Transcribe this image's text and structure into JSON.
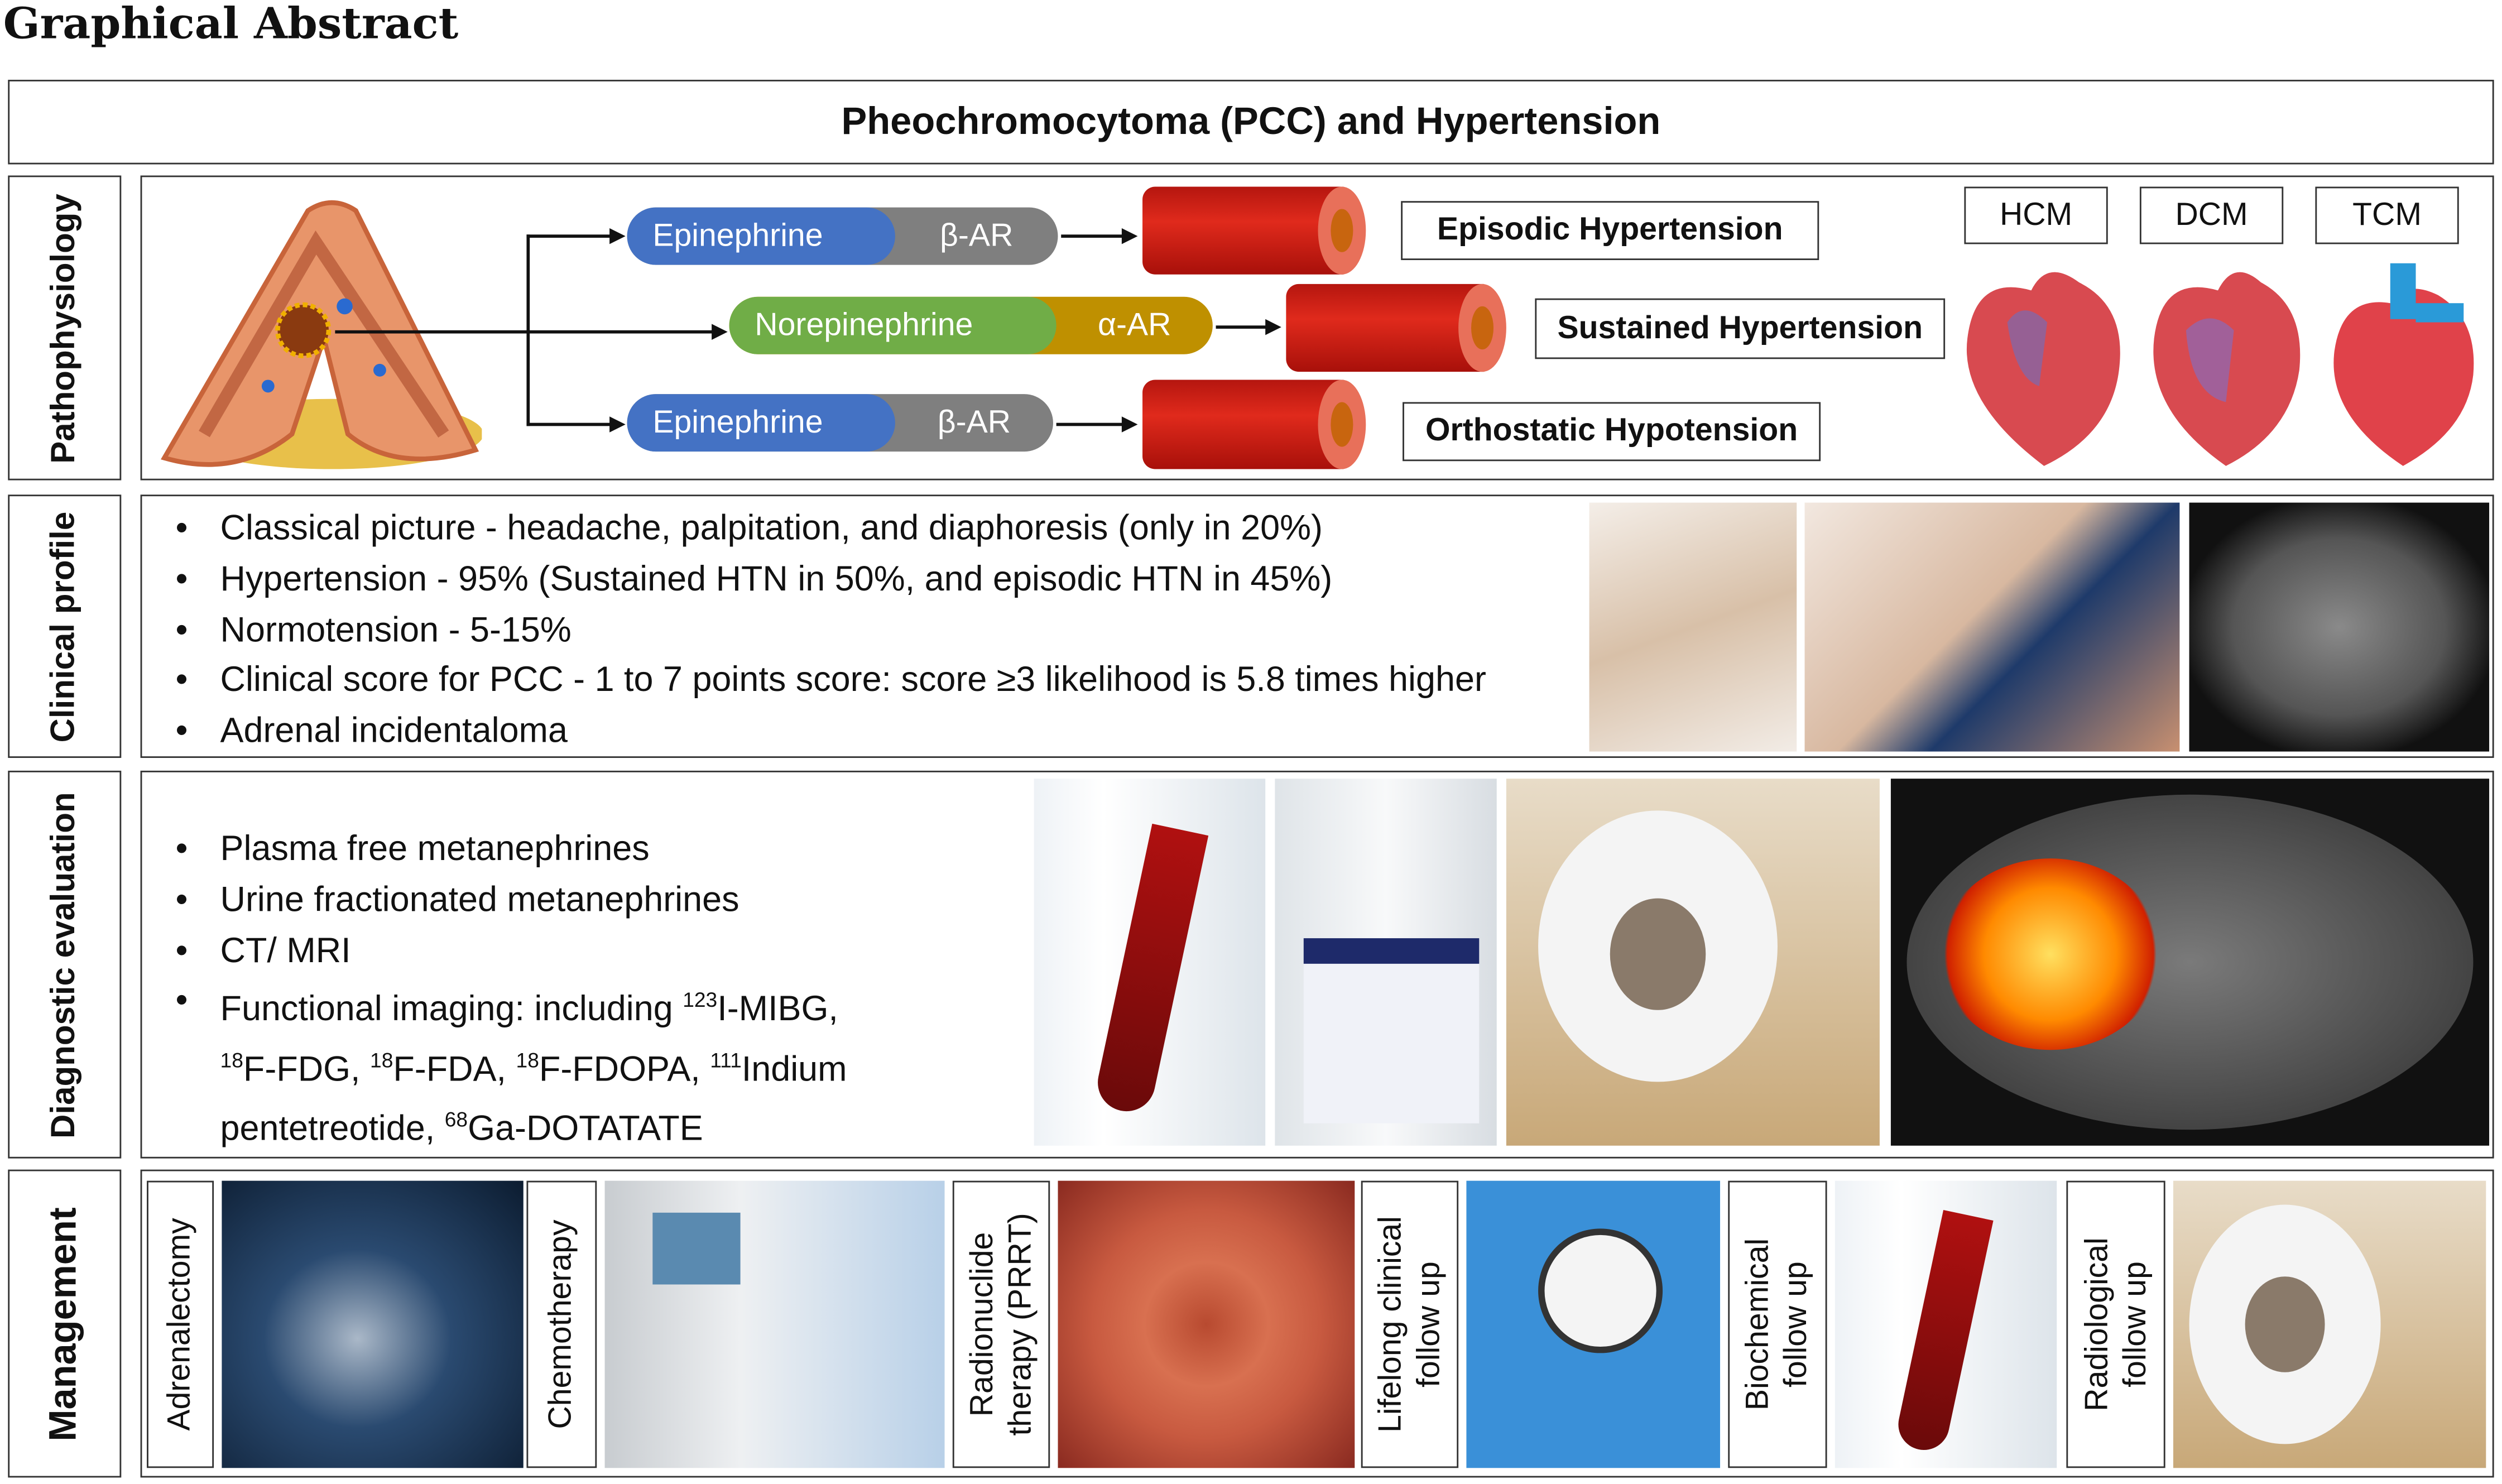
{
  "header": {
    "label": "Graphical Abstract",
    "title": "Pheochromocytoma (PCC) and Hypertension"
  },
  "sections": {
    "pathophysiology": {
      "label": "Pathophysiology",
      "pathways": [
        {
          "hormone": "Epinephrine",
          "receptor": "β-AR",
          "outcome": "Episodic Hypertension"
        },
        {
          "hormone": "Norepinephrine",
          "receptor": "α-AR",
          "outcome": "Sustained Hypertension"
        },
        {
          "hormone": "Epinephrine",
          "receptor": "β-AR",
          "outcome": "Orthostatic Hypotension"
        }
      ],
      "cardiomyopathies": [
        "HCM",
        "DCM",
        "TCM"
      ]
    },
    "clinical": {
      "label": "Clinical profile",
      "items": [
        "Classical picture - headache, palpitation, and diaphoresis (only in 20%)",
        "Hypertension - 95% (Sustained HTN in 50%, and episodic HTN in 45%)",
        "Normotension - 5-15%",
        "Clinical score for PCC - 1 to 7 points score: score ≥3 likelihood is 5.8 times higher",
        "Adrenal incidentaloma"
      ]
    },
    "diagnostic": {
      "label": "Diagnostic evaluation",
      "items": [
        "Plasma free metanephrines",
        "Urine fractionated metanephrines",
        "CT/ MRI"
      ],
      "functional": {
        "prefix": "Functional imaging: including ",
        "s1": "123",
        "t1": "I-MIBG,",
        "s2": "18",
        "t2": "F-FDG, ",
        "s3": "18",
        "t3": "F-FDA, ",
        "s4": "18",
        "t4": "F-FDOPA, ",
        "s5": "111",
        "t5": "Indium",
        "t6": "pentetreotide, ",
        "s6": "68",
        "t7": "Ga-DOTATATE"
      }
    },
    "management": {
      "label": "Management",
      "items": [
        {
          "l1": "Adrenalectomy",
          "l2": ""
        },
        {
          "l1": "Chemotherapy",
          "l2": ""
        },
        {
          "l1": "Radionuclide",
          "l2": "therapy (PRRT)"
        },
        {
          "l1": "Lifelong clinical",
          "l2": "follow up"
        },
        {
          "l1": "Biochemical",
          "l2": "follow up"
        },
        {
          "l1": "Radiological",
          "l2": "follow up"
        }
      ]
    }
  },
  "colors": {
    "epinephrine": "#4472c4",
    "receptor": "#7f7f7f",
    "norepinephrine": "#70ad47",
    "alpha": "#bf9000",
    "vessel": "#d0201a"
  }
}
